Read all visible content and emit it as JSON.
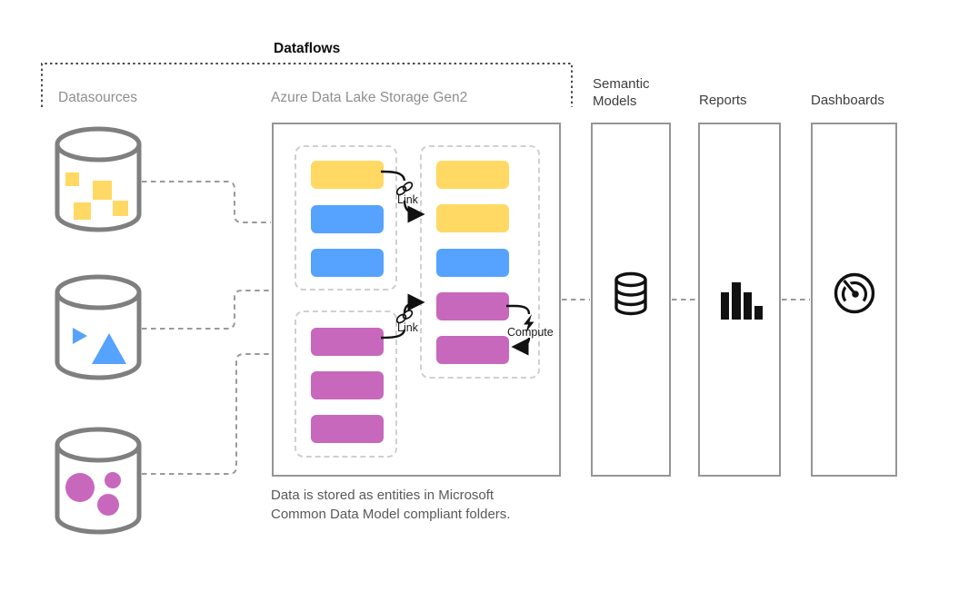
{
  "diagram_title": "Dataflows",
  "columns": {
    "datasources_label": "Datasources",
    "data_lake_label": "Azure Data Lake Storage Gen2",
    "semantic_models_label_line1": "Semantic",
    "semantic_models_label_line2": "Models",
    "reports_label": "Reports",
    "dashboards_label": "Dashboards"
  },
  "annotations": {
    "link_top": "Link",
    "link_bottom": "Link",
    "compute": "Compute"
  },
  "caption": {
    "line1": "Data is stored as entities in Microsoft",
    "line2": "Common Data Model compliant folders."
  },
  "colors": {
    "yellow": "#FFD963",
    "blue": "#55A2FF",
    "magenta": "#C768BD",
    "cylinder_stroke": "#7f7f7f",
    "box_border": "#959595",
    "connector_gray": "#9a9a9a",
    "bracket_gray": "#4a4a4a",
    "icon_black": "#111111"
  },
  "entities": {
    "staging_top": [
      "yellow",
      "blue",
      "blue"
    ],
    "staging_bottom": [
      "magenta",
      "magenta",
      "magenta"
    ],
    "output": [
      "yellow",
      "yellow",
      "blue",
      "magenta",
      "magenta"
    ]
  },
  "icons": {
    "datasource_1": "cylinder-squares-icon",
    "datasource_2": "cylinder-triangles-icon",
    "datasource_3": "cylinder-circles-icon",
    "semantic_models": "database-stack-icon",
    "reports": "bar-chart-icon",
    "dashboards": "gauge-icon",
    "link": "chain-link-icon",
    "compute": "lightning-bolt-icon"
  }
}
